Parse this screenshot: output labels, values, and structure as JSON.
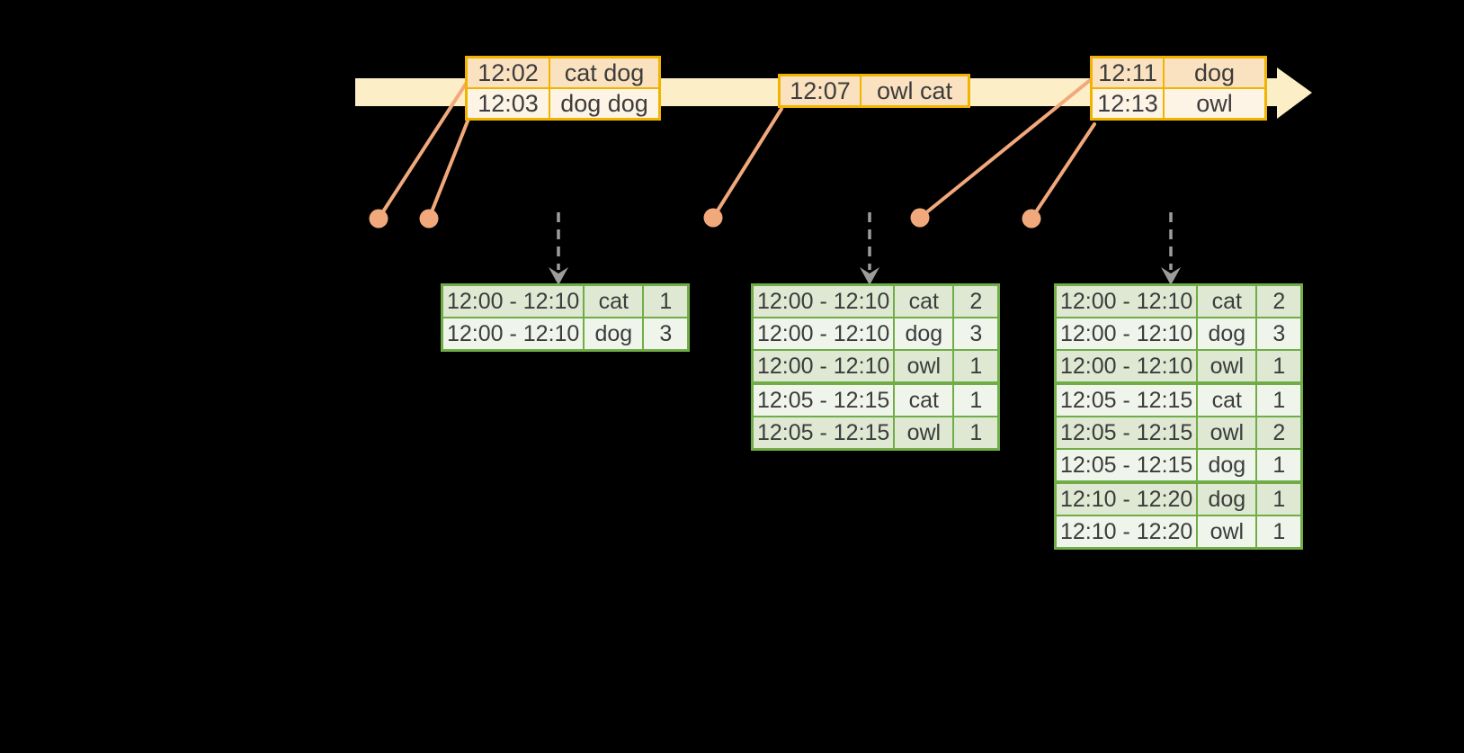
{
  "colors": {
    "background": "#000000",
    "timeline_band": "#FCEEC6",
    "event_border": "#F0B400",
    "event_row_dark": "#FAE2C0",
    "event_row_light": "#FDF4E5",
    "connector_orange": "#F1A87B",
    "result_border": "#70AD47",
    "result_row_dark": "#DEE8D2",
    "result_row_light": "#F0F5EC",
    "arrow_gray": "#9C9C9C",
    "cell_text": "#3C3C3C"
  },
  "event_tables": [
    {
      "rows": [
        {
          "time": "12:02",
          "words": "cat dog"
        },
        {
          "time": "12:03",
          "words": "dog dog"
        }
      ]
    },
    {
      "rows": [
        {
          "time": "12:07",
          "words": "owl cat"
        }
      ]
    },
    {
      "rows": [
        {
          "time": "12:11",
          "words": "dog"
        },
        {
          "time": "12:13",
          "words": "owl"
        }
      ]
    }
  ],
  "result_tables": [
    {
      "rows": [
        {
          "window": "12:00 - 12:10",
          "word": "cat",
          "count": "1"
        },
        {
          "window": "12:00 - 12:10",
          "word": "dog",
          "count": "3"
        }
      ]
    },
    {
      "rows": [
        {
          "window": "12:00 - 12:10",
          "word": "cat",
          "count": "2"
        },
        {
          "window": "12:00 - 12:10",
          "word": "dog",
          "count": "3"
        },
        {
          "window": "12:00 - 12:10",
          "word": "owl",
          "count": "1"
        },
        {
          "window": "12:05 - 12:15",
          "word": "cat",
          "count": "1"
        },
        {
          "window": "12:05 - 12:15",
          "word": "owl",
          "count": "1"
        }
      ]
    },
    {
      "rows": [
        {
          "window": "12:00 - 12:10",
          "word": "cat",
          "count": "2"
        },
        {
          "window": "12:00 - 12:10",
          "word": "dog",
          "count": "3"
        },
        {
          "window": "12:00 - 12:10",
          "word": "owl",
          "count": "1"
        },
        {
          "window": "12:05 - 12:15",
          "word": "cat",
          "count": "1"
        },
        {
          "window": "12:05 - 12:15",
          "word": "owl",
          "count": "2"
        },
        {
          "window": "12:05 - 12:15",
          "word": "dog",
          "count": "1"
        },
        {
          "window": "12:10 - 12:20",
          "word": "dog",
          "count": "1"
        },
        {
          "window": "12:10 - 12:20",
          "word": "owl",
          "count": "1"
        }
      ]
    }
  ]
}
